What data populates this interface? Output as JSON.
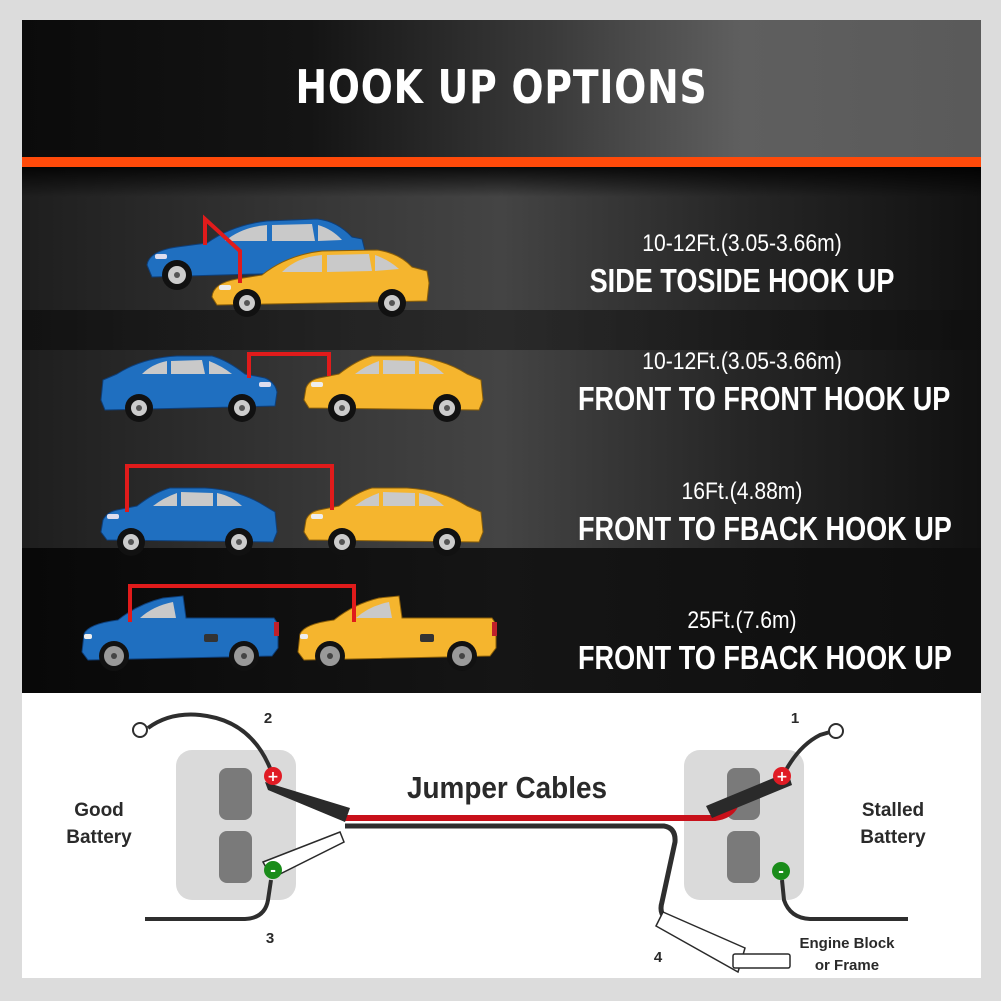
{
  "header": {
    "title": "HOOK UP OPTIONS",
    "accent_color": "#ff4a0a"
  },
  "options": [
    {
      "distance": "10-12Ft.(3.05-3.66m)",
      "label": "SIDE TOSIDE HOOK UP",
      "vehicles": "sedan-pair-side",
      "icon": "side-to-side-cars-icon"
    },
    {
      "distance": "10-12Ft.(3.05-3.66m)",
      "label": "FRONT TO FRONT HOOK UP",
      "vehicles": "sedan-pair-front",
      "icon": "front-to-front-cars-icon"
    },
    {
      "distance": "16Ft.(4.88m)",
      "label": "FRONT TO FBACK HOOK UP",
      "vehicles": "sedan-pair-back",
      "icon": "front-to-back-sedans-icon"
    },
    {
      "distance": "25Ft.(7.6m)",
      "label": "FRONT TO FBACK HOOK UP",
      "vehicles": "pickup-pair-back",
      "icon": "front-to-back-pickups-icon"
    }
  ],
  "colors": {
    "blue_car": "#1f6fc0",
    "yellow_car": "#f5b52e",
    "cable_red": "#e01b1b",
    "positive": "#e01b24",
    "negative": "#1a8c1a"
  },
  "diagram": {
    "title": "Jumper Cables",
    "good_battery": [
      "Good",
      "Battery"
    ],
    "stalled_battery": [
      "Stalled",
      "Battery"
    ],
    "ground": [
      "Engine Block",
      "or Frame"
    ],
    "steps": {
      "s1": "1",
      "s2": "2",
      "s3": "3",
      "s4": "4"
    },
    "positive_symbol": "+",
    "negative_symbol": "-"
  }
}
